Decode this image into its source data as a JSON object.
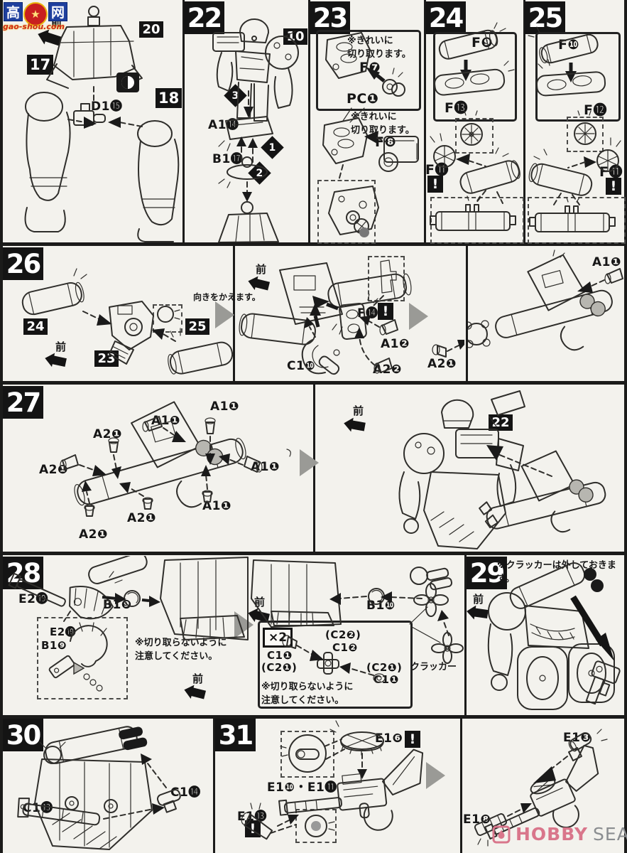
{
  "watermark": {
    "box1": "高",
    "box2": "网",
    "url": "gao-shou.com",
    "blue": "#1e3f9d",
    "red": "#c81f1f"
  },
  "logo": {
    "hobby": "HOBBY",
    "search": "SEARCH",
    "pink": "#d9768b",
    "gray": "#8a8d90"
  },
  "labels": {
    "front": "前",
    "warn": "!"
  },
  "steps": {
    "s21": {
      "ref20": "20",
      "ref17": "17",
      "ref18": "18",
      "d1_15": "D1⓯"
    },
    "s22": {
      "num": "22",
      "ref10": "10",
      "dia1": "1",
      "dia2": "2",
      "dia3": "3",
      "a1_14": "A1⓮",
      "b1_17": "B1⓱"
    },
    "s23": {
      "num": "23",
      "cut_note": "※きれいに\n切り取ります。",
      "f7": "F❼",
      "pc1": "PC❶",
      "f8": "F❽"
    },
    "s24": {
      "num": "24",
      "f9": "F❾",
      "f13": "F⓭",
      "f11": "F⓫"
    },
    "s25": {
      "num": "25",
      "f10": "F❿",
      "f12": "F⓬",
      "f11": "F⓫"
    },
    "s26": {
      "num": "26",
      "ref24": "24",
      "ref23": "23",
      "ref25": "25",
      "turn_note": "向きをかえます。",
      "c1_10": "C1❿",
      "f14": "F⓮",
      "a1_2": "A1❷",
      "a2_2": "A2❷",
      "a2_1": "A2❶",
      "a1_1": "A1❶"
    },
    "s27": {
      "num": "27",
      "a1_1": "A1❶",
      "a2_1": "A2❶",
      "ref22": "22"
    },
    "s28": {
      "num": "28",
      "e2_19": "E2⓳",
      "b1_9": "B1❾",
      "b1_10": "B1❿",
      "cut_note": "※切り取らないように\n注意してください。",
      "x2": "×2",
      "c1_1": "C1❶",
      "c1_2": "C1❷",
      "c2_1_paren": "(C2❶)",
      "c2_2_paren": "(C2❷)",
      "cracker": "クラッカー"
    },
    "s29": {
      "num": "29",
      "note": "※クラッカーは外しておきます。"
    },
    "s30": {
      "num": "30",
      "c1_13": "C1⓭",
      "c1_14": "C1⓮"
    },
    "s31": {
      "num": "31",
      "e1_6": "E1❻",
      "e1_10_11": "E1❿・E1⓫",
      "e1_13": "E1⓭",
      "e1_3": "E1❸",
      "e1_8": "E1❽"
    }
  }
}
